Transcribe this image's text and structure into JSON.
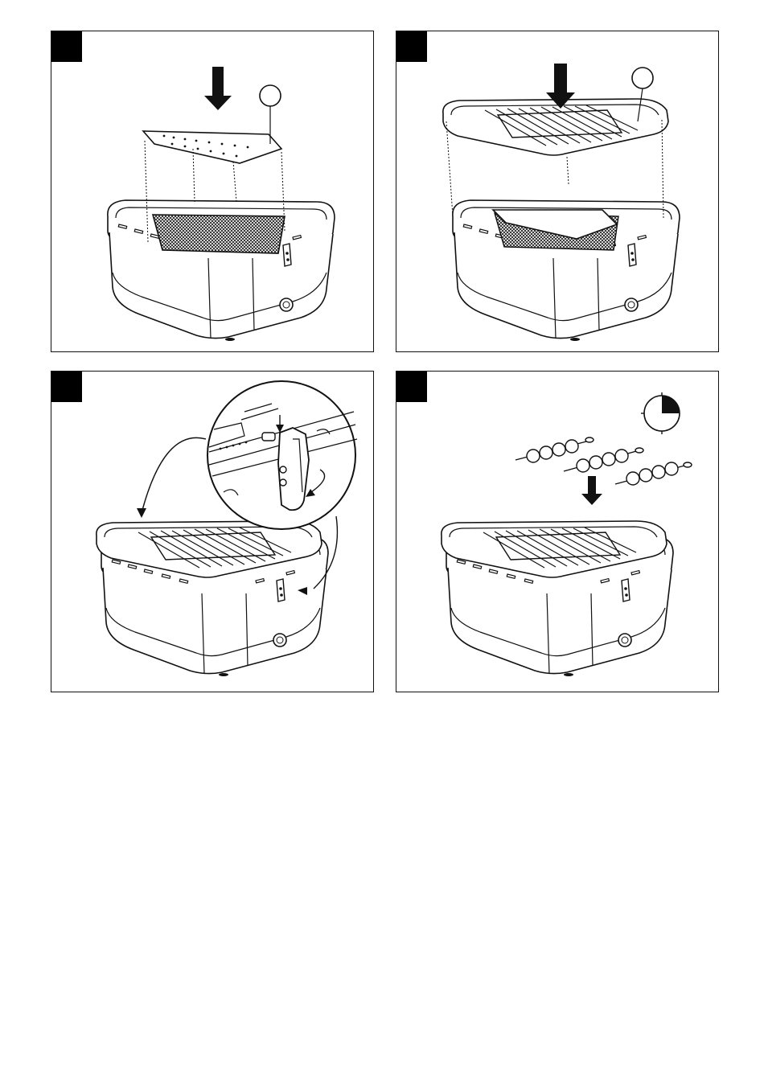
{
  "colors": {
    "ink": "#111111",
    "paper": "#ffffff",
    "tab": "#000000"
  },
  "steps": [
    {
      "id": "step-1",
      "number": "",
      "callout": ""
    },
    {
      "id": "step-2",
      "number": "",
      "callout": ""
    },
    {
      "id": "step-3",
      "number": "",
      "callout": ""
    },
    {
      "id": "step-4",
      "number": "",
      "callout": ""
    }
  ]
}
